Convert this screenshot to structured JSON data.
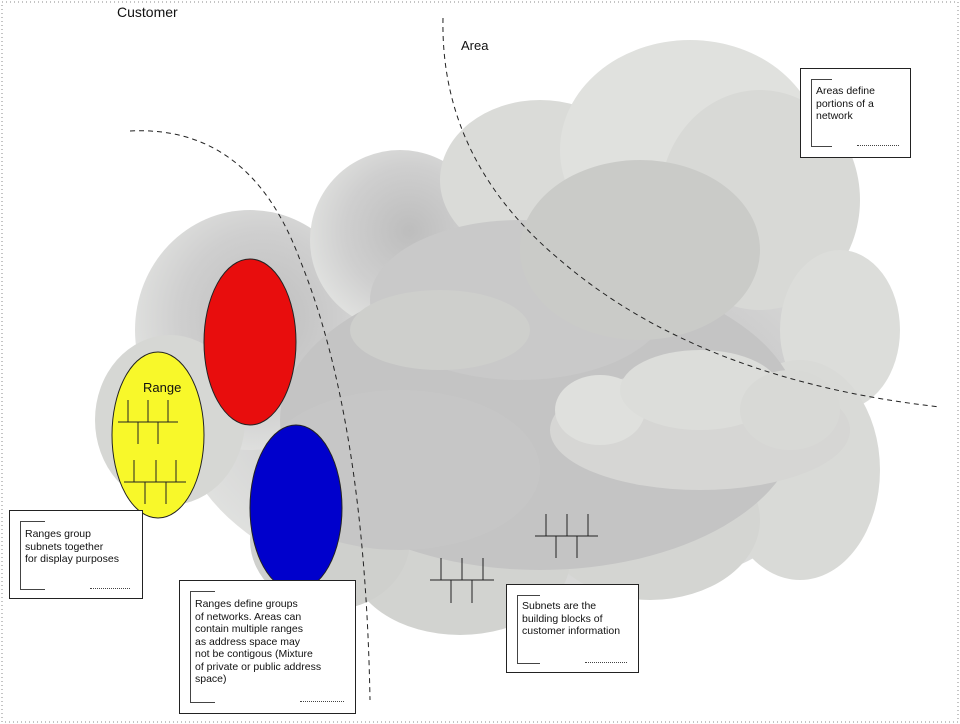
{
  "labels": {
    "customer": "Customer",
    "area": "Area",
    "range": "Range"
  },
  "notes": {
    "areas": "Areas define\nportions of a\nnetwork",
    "ranges_group": "Ranges group\nsubnets together\nfor display purposes",
    "ranges_define": "Ranges define groups\nof networks. Areas can\ncontain multiple ranges\nas address space may\nnot be contigous (Mixture\nof private or public address\nspace)",
    "subnets": "Subnets are the\nbuilding blocks of\ncustomer information"
  },
  "colors": {
    "range_yellow": "#f8f82a",
    "red_range": "#e80d0d",
    "blue_range": "#0000cc",
    "cloud_gray": "#c8c8c8",
    "border_dots": "#777777"
  },
  "icons": {
    "subnet": "subnet-bus-icon"
  }
}
